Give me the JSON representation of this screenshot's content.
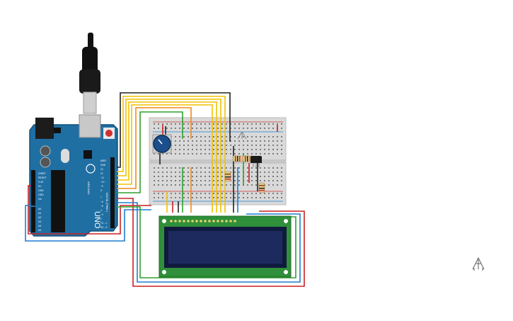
{
  "board": {
    "logo_text": "UNO",
    "brand_text": "ARDUINO",
    "power_labels": [
      "IOREF",
      "RESET",
      "3.3V",
      "5V",
      "GND",
      "GND",
      "Vin"
    ],
    "analog_labels": [
      "A0",
      "A1",
      "A2",
      "A3",
      "A4",
      "A5"
    ],
    "digital_section_label": "DIGITAL (PWM~)",
    "digital_labels": [
      "AREF",
      "GND",
      "13",
      "12",
      "~11",
      "~10",
      "~9",
      "8",
      "7",
      "~6",
      "~5",
      "4",
      "~3",
      "2",
      "TX→1",
      "RX←0"
    ]
  },
  "colors": {
    "board": "#1f6fa3",
    "board_dark": "#15527a",
    "breadboard": "#d9d9d9",
    "lcd_pcb": "#2f8f3a",
    "lcd_screen": "#1d2a5e",
    "wire_yellow": "#f2c200",
    "wire_orange": "#f08a1c",
    "wire_green": "#2ea12e",
    "wire_red": "#cc2020",
    "wire_blue": "#1e7fd0",
    "wire_black": "#222222"
  },
  "icons": [
    "usb-plug-icon",
    "potentiometer-icon",
    "temperature-sensor-icon",
    "tinkercad-logo-icon"
  ]
}
